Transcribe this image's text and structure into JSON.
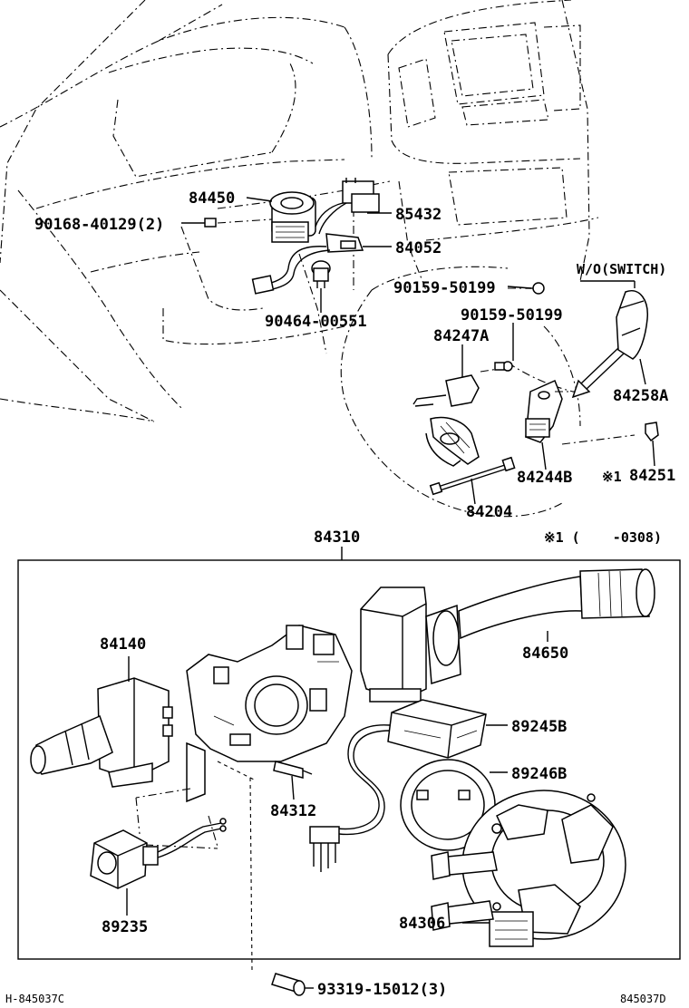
{
  "labels": {
    "p84450": "84450",
    "p90168": "90168-40129(2)",
    "p85432": "85432",
    "p84052": "84052",
    "p90464": "90464-00551",
    "pwo": "W/O(SWITCH)",
    "p90159a": "90159-50199",
    "p90159b": "90159-50199",
    "p84247a": "84247A",
    "p84258a": "84258A",
    "p84244b": "84244B",
    "pmark1": "※1",
    "p84251": "84251",
    "p84204": "84204",
    "p84310": "84310",
    "p0308": "※1 (    -0308)",
    "p84140": "84140",
    "p84650": "84650",
    "p89245b": "89245B",
    "p89246b": "89246B",
    "p84312": "84312",
    "p89235": "89235",
    "p84306": "84306",
    "p93319": "93319-15012(3)"
  },
  "footer": {
    "left_code": "H-845037C",
    "right_code": "845037D"
  }
}
